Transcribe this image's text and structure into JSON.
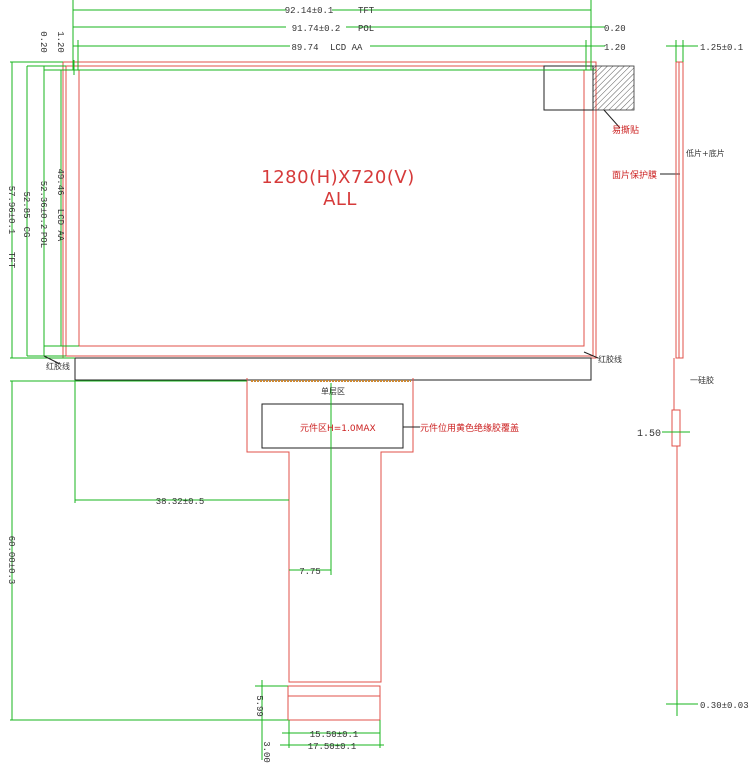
{
  "drawing": {
    "resolution_line1": "1280(H)X720(V)",
    "resolution_line2": "ALL",
    "top_dims": {
      "tft": "92.14±0.1",
      "tft_label": "TFT",
      "pol": "91.74±0.2",
      "pol_label": "POL",
      "aa": "89.74",
      "aa_label": "LCD  AA",
      "offset_pol": "0.20",
      "offset_aa": "1.20"
    },
    "left_dims": {
      "top_a": "1.20",
      "top_b": "0.20",
      "aa": "49.46",
      "aa_label": "LCD  AA",
      "pol": "52.36±0.2",
      "pol_label": "POL",
      "cg": "52.85",
      "cg_label": "CG",
      "tft": "57.96±0.1",
      "tft_label": "TFT",
      "fpc_total": "60.00±0.3"
    },
    "labels": {
      "easy_tear": "易撕贴",
      "surface_film": "面片保护膜",
      "red_glue_left": "红胶线",
      "red_glue_right": "红胶线",
      "single_layer": "单层区",
      "stiffener": "元件区H=1.0MAX",
      "stiffener_note": "元件位用黄色绝缘胶覆盖",
      "side_label": "低片+底片",
      "side_glue": "一硅胶"
    },
    "bottom_dims": {
      "offset": "38.32±0.5",
      "neck": "7.75",
      "pins_w": "15.50±0.1",
      "conn_w": "17.50±0.1",
      "gold_h": "5.99",
      "tail_h": "3.00"
    },
    "side_dims": {
      "thickness": "1.25±0.1",
      "step": "1.50",
      "fpc_thick": "0.30±0.03"
    }
  }
}
